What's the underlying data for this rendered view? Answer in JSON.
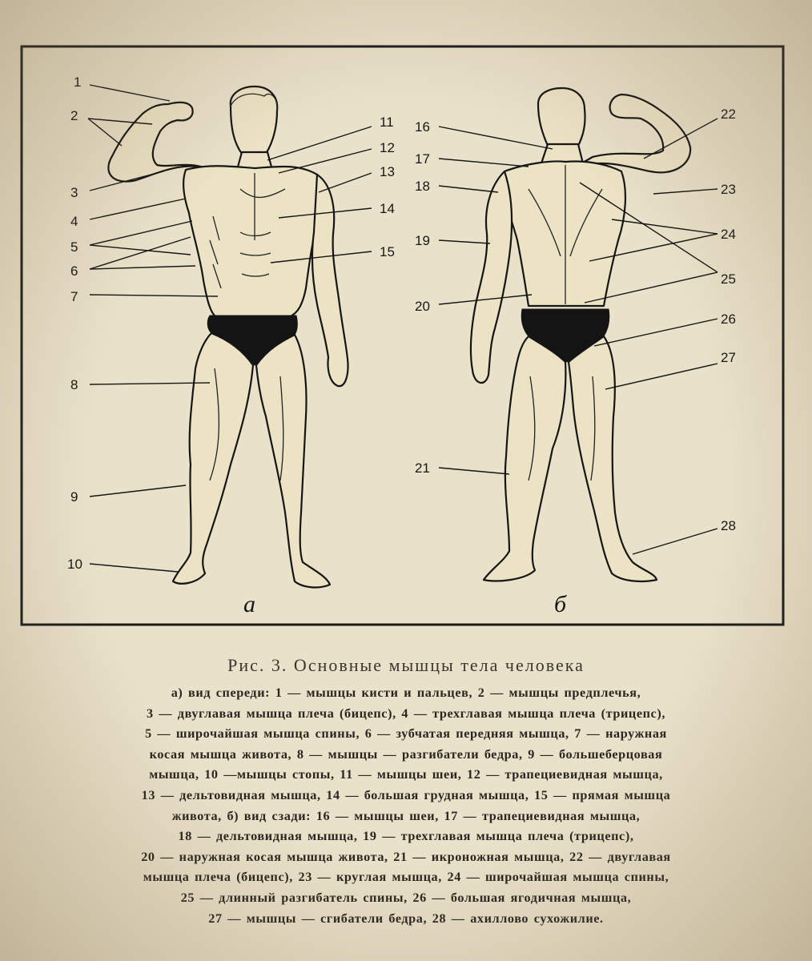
{
  "figure": {
    "labels_front": [
      "1",
      "2",
      "3",
      "4",
      "5",
      "6",
      "7",
      "8",
      "9",
      "10",
      "11",
      "12",
      "13",
      "14",
      "15"
    ],
    "labels_back": [
      "16",
      "17",
      "18",
      "19",
      "20",
      "21",
      "22",
      "23",
      "24",
      "25",
      "26",
      "27",
      "28"
    ],
    "subfig_a": "а",
    "subfig_b": "б"
  },
  "caption": {
    "title": "Рис. 3. Основные мышцы тела человека",
    "lines": [
      "а) вид спереди: 1 — мышцы кисти и пальцев, 2 — мышцы предплечья,",
      "3 — двуглавая мышца плеча (бицепс), 4 — трехглавая мышца плеча (трицепс),",
      "5 — широчайшая мышца спины, 6 — зубчатая передняя мышца, 7 — наружная",
      "косая мышца живота, 8 — мышцы — разгибатели бедра, 9 — большеберцовая",
      "мышца, 10 —мышцы стопы, 11 — мышцы шеи, 12 — трапециевидная мышца,",
      "13 — дельтовидная мышца, 14 — большая грудная мышца, 15 — прямая мышца",
      "живота, б) вид сзади: 16 — мышцы шеи, 17 — трапециевидная мышца,",
      "18 — дельтовидная мышца, 19 — трехглавая мышца плеча (трицепс),",
      "20 — наружная косая мышца живота, 21 — икроножная мышца, 22 — двуглавая",
      "мышца плеча (бицепс), 23 — круглая мышца, 24 — широчайшая мышца спины,",
      "25 — длинный разгибатель спины, 26 — большая ягодичная мышца,",
      "27 — мышцы — сгибатели бедра, 28 — ахиллово сухожилие."
    ]
  }
}
